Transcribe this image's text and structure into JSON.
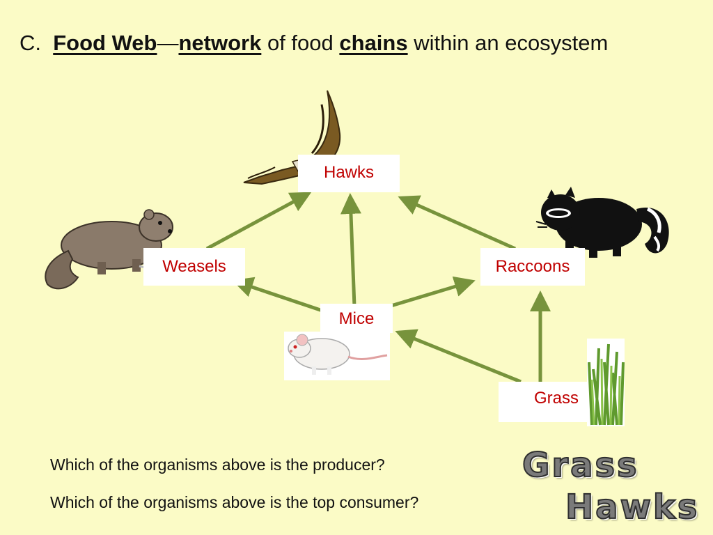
{
  "title": {
    "prefix": "C.",
    "term": "Food Web",
    "dash": "—",
    "word1": "network",
    "mid": "of food",
    "word2": "chains",
    "suffix": "within an ecosystem"
  },
  "nodes": {
    "hawks": "Hawks",
    "weasels": "Weasels",
    "raccoons": "Raccoons",
    "mice": "Mice",
    "grass": "Grass"
  },
  "questions": {
    "q1": "Which of the organisms above is the producer?",
    "a1": "Grass",
    "q2": "Which of the organisms above is the top consumer?",
    "a2": "Hawks"
  },
  "colors": {
    "background": "#fbfbc6",
    "arrow": "#77933c",
    "node_text": "#c00000"
  },
  "icons": [
    "hawk-icon",
    "weasel-icon",
    "raccoon-icon",
    "mouse-icon",
    "grass-icon"
  ]
}
